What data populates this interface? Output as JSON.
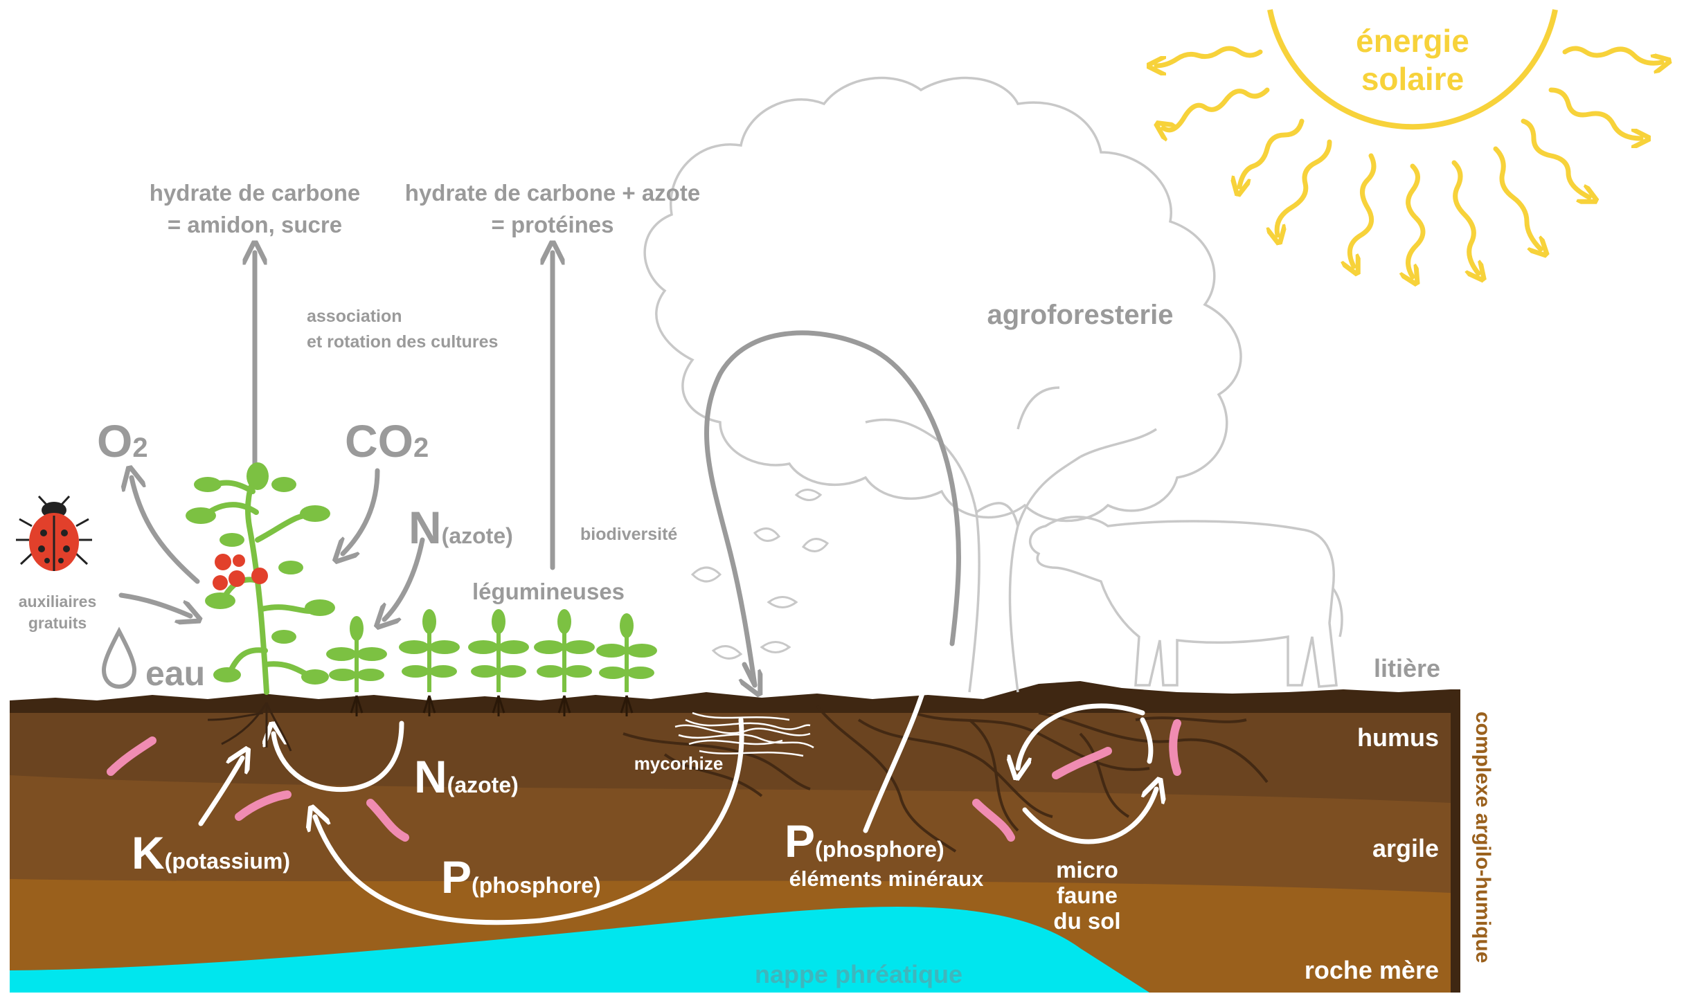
{
  "colors": {
    "sun": "#f7d23a",
    "grey_label": "#9a9a9a",
    "soil_dark": "#4a2f17",
    "humus": "#6b4420",
    "argile": "#7d4f22",
    "roche_mere": "#9a601c",
    "water": "#00e6ee",
    "plant_green": "#7cc142",
    "worm_pink": "#f08cb2",
    "white": "#ffffff"
  },
  "sun": {
    "line1": "énergie",
    "line2": "solaire"
  },
  "labels": {
    "hydrate_carbone": "hydrate de carbone",
    "amidon_sucre": "= amidon, sucre",
    "hydrate_azote": "hydrate de carbone + azote",
    "proteines": "= protéines",
    "association": "association",
    "rotation": "et rotation des cultures",
    "agroforesterie": "agroforesterie",
    "o2_main": "O",
    "o2_sub": "2",
    "co2_main": "CO",
    "co2_sub": "2",
    "n_air_main": "N",
    "n_air_sub": "(azote)",
    "biodiversite": "biodiversité",
    "legumineuses": "légumineuses",
    "auxiliaires": "auxiliaires",
    "gratuits": "gratuits",
    "eau": "eau",
    "litiere": "litière",
    "humus": "humus",
    "argile": "argile",
    "roche_mere": "roche mère",
    "complexe": "complexe argilo-humique",
    "mycorhize": "mycorhize",
    "n_soil_main": "N",
    "n_soil_sub": "(azote)",
    "k_main": "K",
    "k_sub": "(potassium)",
    "p_soil_main": "P",
    "p_soil_sub": "(phosphore)",
    "p_tree_main": "P",
    "p_tree_sub": "(phosphore)",
    "mineraux": "éléments minéraux",
    "micro": "micro",
    "faune": "faune",
    "du_sol": "du sol",
    "nappe": "nappe phréatique"
  }
}
